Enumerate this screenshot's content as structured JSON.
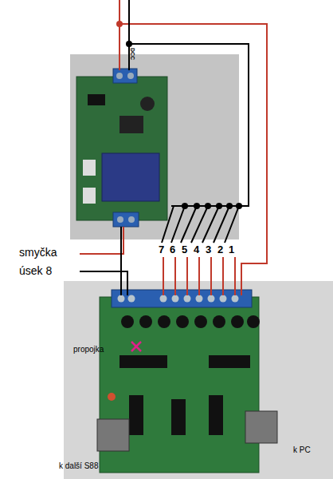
{
  "diagram": {
    "labels": [
      "DCC",
      "smyčka",
      "úsek 8",
      "7",
      "6",
      "5",
      "4",
      "3",
      "2",
      "1",
      "propojka",
      "k další S88",
      "k PC"
    ]
  }
}
